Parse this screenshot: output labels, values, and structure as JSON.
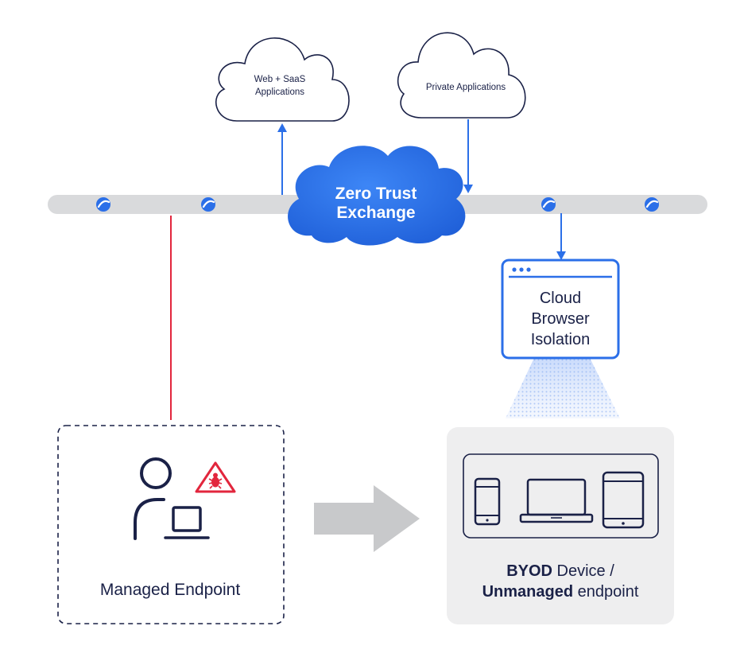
{
  "clouds": {
    "web_saas_line1": "Web + SaaS",
    "web_saas_line2": "Applications",
    "private_apps": "Private Applications"
  },
  "zero_trust": {
    "line1": "Zero Trust",
    "line2": "Exchange"
  },
  "cbi": {
    "line1": "Cloud",
    "line2": "Browser",
    "line3": "Isolation"
  },
  "managed_endpoint": {
    "label": "Managed Endpoint"
  },
  "byod": {
    "line1_bold": "BYOD",
    "line1_rest": " Device /",
    "line2_bold": "Unmanaged",
    "line2_rest": " endpoint"
  },
  "colors": {
    "brand_blue": "#2b6fe8",
    "alert_red": "#e2263d",
    "dark_navy": "#1a2147",
    "bus_gray": "#d9dadc",
    "arrow_gray": "#c8c9cb",
    "panel_gray": "#eeeeef"
  },
  "icons": [
    "zscaler-node-icon",
    "user-icon",
    "laptop-icon",
    "bug-warning-icon",
    "phone-icon",
    "tablet-icon",
    "browser-window-icon"
  ]
}
